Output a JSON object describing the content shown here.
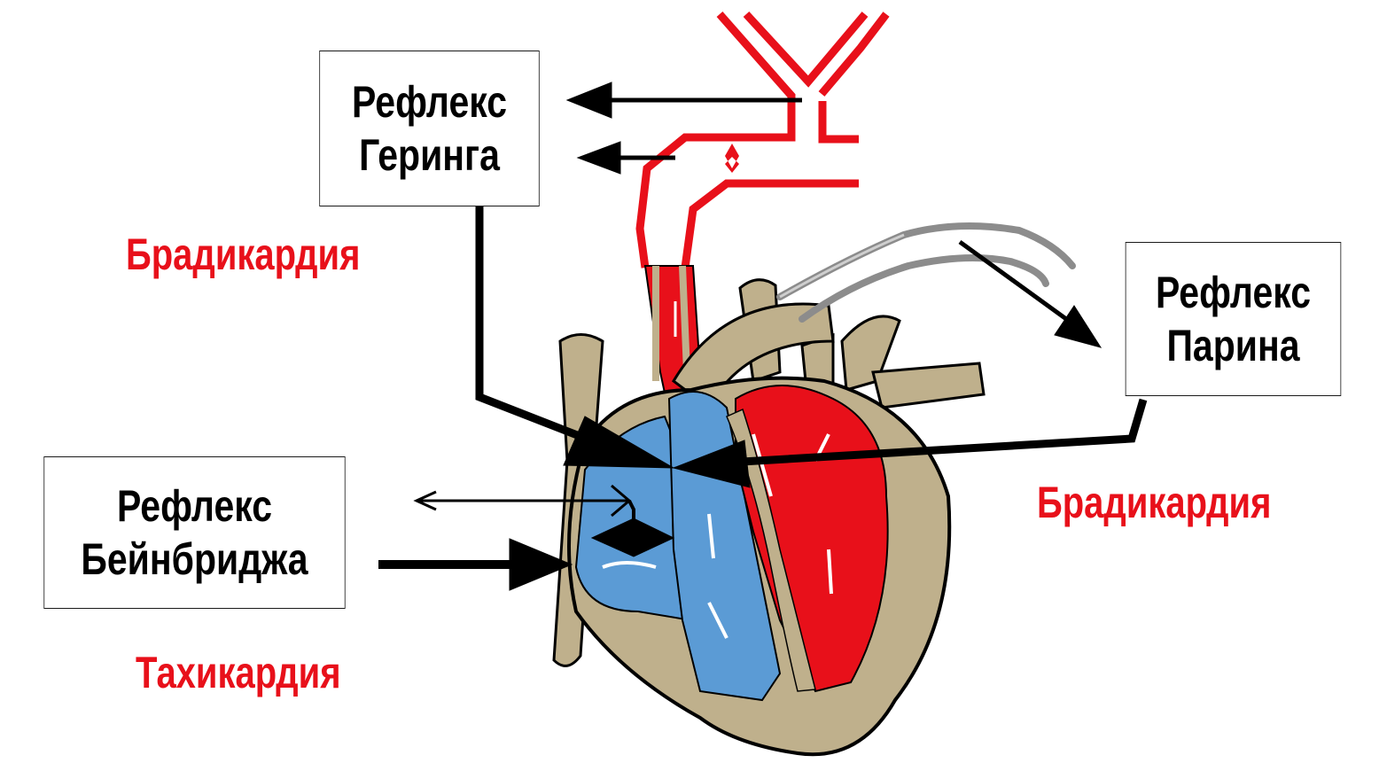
{
  "colors": {
    "effect_text": "#e8101a",
    "box_text": "#000000",
    "artery_red": "#e8101a",
    "vein_blue": "#5b9bd5",
    "tissue_tan": "#bfb08c",
    "nerve_gray": "#8c8c8c",
    "arrow_black": "#000000"
  },
  "reflexes": {
    "hering": {
      "line1": "Рефлекс",
      "line2": "Геринга",
      "effect": "Брадикардия"
    },
    "parin": {
      "line1": "Рефлекс",
      "line2": "Парина",
      "effect": "Брадикардия"
    },
    "bainbridge": {
      "line1": "Рефлекс",
      "line2": "Бейнбриджа",
      "effect": "Тахикардия"
    }
  },
  "icons": {
    "heart": "heart-illustration",
    "carotid": "carotid-bifurcation-icon",
    "nerves": "nerve-fibers-icon"
  }
}
